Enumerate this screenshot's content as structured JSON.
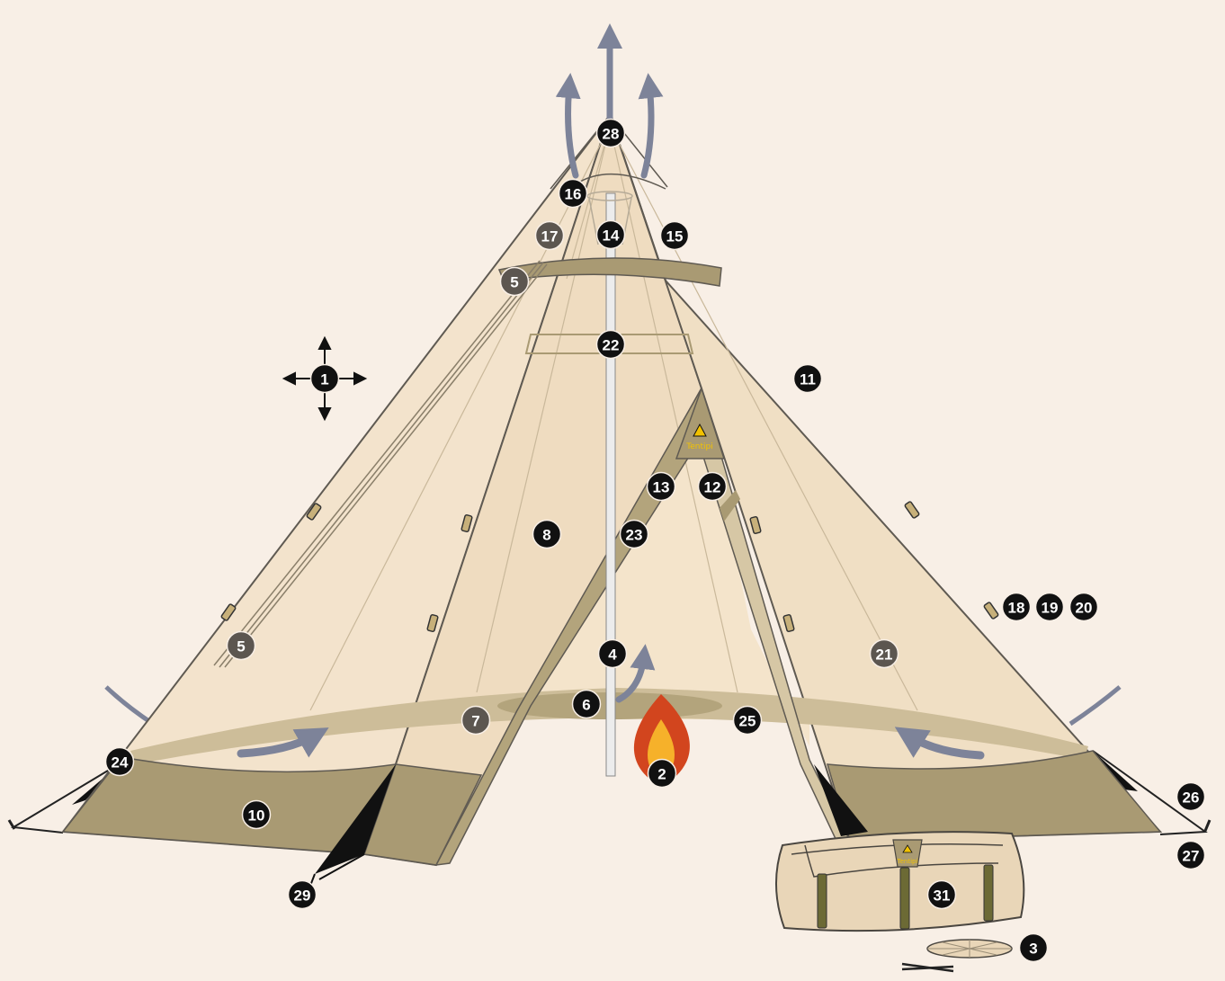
{
  "colors": {
    "background": "#f8efe6",
    "canvas_light": "#f3e3cc",
    "canvas_mid": "#e9d6b8",
    "canvas_dark": "#a99a73",
    "band": "#b3a47c",
    "outline": "#5f5a52",
    "airflow_arrow": "#7d8399",
    "badge": "#111111",
    "badge_muted": "#5c5650",
    "flame_outer": "#d2451e",
    "flame_inner": "#f6b12a",
    "brand_yellow": "#f2c200",
    "strap": "#6c6a35"
  },
  "brand": {
    "text": "Tentipi"
  },
  "icons": [
    "move-arrows-icon",
    "flame-icon",
    "airflow-arrow-icon",
    "tent-logo-icon",
    "ground-sheet-icon",
    "peg-icon"
  ],
  "markers": [
    {
      "id": "m1",
      "label": "1",
      "style": "dark"
    },
    {
      "id": "m2",
      "label": "2",
      "style": "dark"
    },
    {
      "id": "m3",
      "label": "3",
      "style": "dark"
    },
    {
      "id": "m4",
      "label": "4",
      "style": "dark"
    },
    {
      "id": "m5a",
      "label": "5",
      "style": "muted"
    },
    {
      "id": "m5b",
      "label": "5",
      "style": "muted"
    },
    {
      "id": "m6",
      "label": "6",
      "style": "dark"
    },
    {
      "id": "m7",
      "label": "7",
      "style": "muted"
    },
    {
      "id": "m8",
      "label": "8",
      "style": "dark"
    },
    {
      "id": "m10",
      "label": "10",
      "style": "dark"
    },
    {
      "id": "m11",
      "label": "11",
      "style": "dark"
    },
    {
      "id": "m12",
      "label": "12",
      "style": "dark"
    },
    {
      "id": "m13",
      "label": "13",
      "style": "dark"
    },
    {
      "id": "m14",
      "label": "14",
      "style": "dark"
    },
    {
      "id": "m15",
      "label": "15",
      "style": "dark"
    },
    {
      "id": "m16",
      "label": "16",
      "style": "dark"
    },
    {
      "id": "m17",
      "label": "17",
      "style": "muted"
    },
    {
      "id": "m18",
      "label": "18",
      "style": "dark"
    },
    {
      "id": "m19",
      "label": "19",
      "style": "dark"
    },
    {
      "id": "m20",
      "label": "20",
      "style": "dark"
    },
    {
      "id": "m21",
      "label": "21",
      "style": "muted"
    },
    {
      "id": "m22",
      "label": "22",
      "style": "dark"
    },
    {
      "id": "m23",
      "label": "23",
      "style": "dark"
    },
    {
      "id": "m24",
      "label": "24",
      "style": "dark"
    },
    {
      "id": "m25",
      "label": "25",
      "style": "dark"
    },
    {
      "id": "m26",
      "label": "26",
      "style": "dark"
    },
    {
      "id": "m27",
      "label": "27",
      "style": "dark"
    },
    {
      "id": "m28",
      "label": "28",
      "style": "dark"
    },
    {
      "id": "m29",
      "label": "29",
      "style": "dark"
    },
    {
      "id": "m31",
      "label": "31",
      "style": "dark"
    }
  ]
}
